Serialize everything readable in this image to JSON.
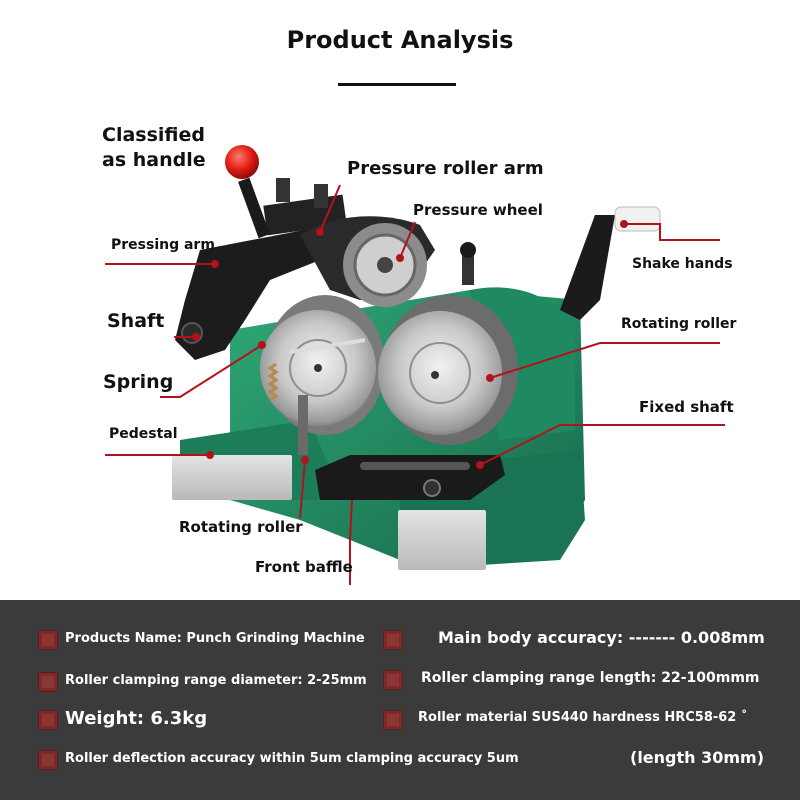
{
  "title": "Product Analysis",
  "labels": {
    "classified_handle_1": "Classified",
    "classified_handle_2": "as handle",
    "pressure_roller_arm": "Pressure roller arm",
    "pressure_wheel": "Pressure wheel",
    "pressing_arm": "Pressing arm",
    "shake_hands": "Shake hands",
    "shaft": "Shaft",
    "rotating_roller_right": "Rotating roller",
    "spring": "Spring",
    "fixed_shaft": "Fixed shaft",
    "pedestal": "Pedestal",
    "rotating_roller_bottom": "Rotating roller",
    "front_baffle": "Front baffle"
  },
  "specs": {
    "product_name": "Products Name: Punch Grinding Machine",
    "main_body_accuracy": "Main body accuracy: ------- 0.008mm",
    "diameter_range": "Roller clamping range diameter: 2-25mm",
    "length_range": "Roller clamping range length: 22-100mmm",
    "weight": "Weight: 6.3kg",
    "roller_material": "Roller material SUS440 hardness HRC58-62 ˚",
    "deflection": "Roller deflection accuracy within 5um clamping accuracy 5um",
    "length_note": "(length 30mm)"
  },
  "colors": {
    "leader_line": "#b3121c",
    "machine_green": "#1f8a62",
    "spec_background": "#3b3b3b",
    "bullet_square": "#7a2a2a"
  }
}
